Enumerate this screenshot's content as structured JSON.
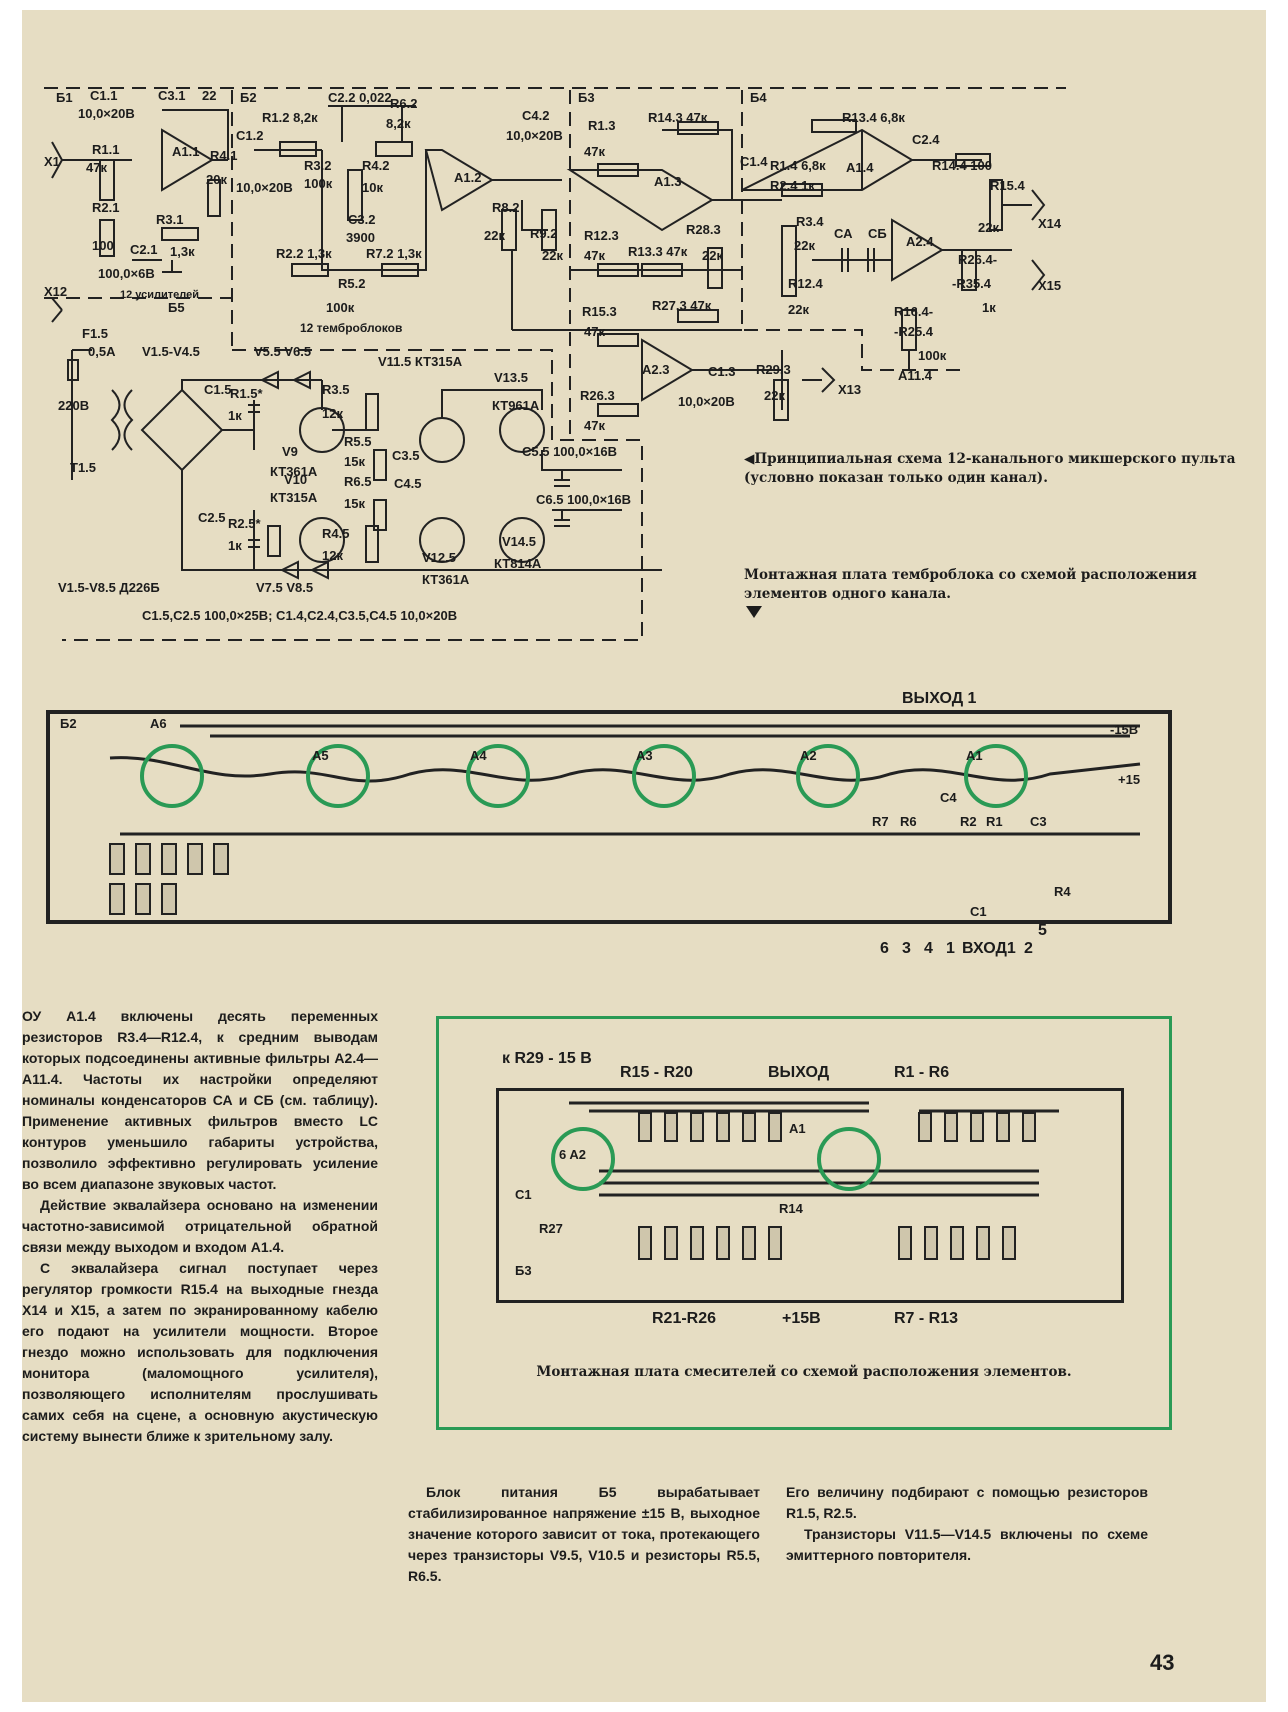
{
  "schematic": {
    "blocks": {
      "b1": "Б1",
      "b2": "Б2",
      "b3": "Б3",
      "b4": "Б4",
      "b5": "Б5"
    },
    "labels": {
      "c1_1": "C1.1",
      "c1_1_val": "10,0×20В",
      "c3_1": "С3.1",
      "c3_1_val": "22",
      "r1_1": "R1.1",
      "r1_1_val": "47к",
      "r2_1": "R2.1",
      "r2_1_val": "100",
      "c2_1": "С2.1",
      "c2_1_val": "100,0×6В",
      "r3_1": "R3.1",
      "r3_1_val": "1,3к",
      "r4_1": "R4.1",
      "r4_1_val": "20к",
      "a1_1": "A1.1",
      "x1": "X1",
      "x12": "X12",
      "amps": "12 усилителей",
      "c1_2": "С1.2",
      "c1_2_val": "10,0×20В",
      "r1_2": "R1.2 8,2к",
      "c2_2": "С2.2 0,022",
      "r6_2": "R6.2",
      "r6_2_val": "8,2к",
      "r3_2": "R3.2",
      "r3_2_val": "100к",
      "r4_2": "R4.2",
      "r4_2_val": "10к",
      "c3_2": "С3.2",
      "c3_2_val": "3900",
      "r2_2": "R2.2 1,3к",
      "r7_2": "R7.2 1,3к",
      "r5_2": "R5.2",
      "r5_2_val": "100к",
      "tone": "12 темброблоков",
      "a1_2": "A1.2",
      "c4_2": "С4.2",
      "c4_2_val": "10,0×20В",
      "r8_2": "R8.2",
      "r8_2_val": "22к",
      "r9_2": "R9.2",
      "r9_2_val": "22к",
      "r1_3": "R1.3",
      "r1_3_val": "47к",
      "r14_3": "R14.3 47к",
      "a1_3": "A1.3",
      "r12_3": "R12.3",
      "r12_3_val": "47к",
      "r13_3": "R13.3 47к",
      "r28_3": "R28.3",
      "r28_3_val": "22к",
      "r15_3": "R15.3",
      "r15_3_val": "47к",
      "r27_3": "R27.3 47к",
      "a2_3": "A2.3",
      "r26_3": "R26.3",
      "r26_3_val": "47к",
      "c1_3": "С1.3",
      "c1_3_val": "10,0×20В",
      "r29_3": "R29.3",
      "r29_3_val": "22к",
      "x13": "X13",
      "c1_4": "С1.4",
      "r1_4": "R1.4 6,8к",
      "r2_4": "R2.4 1к",
      "r13_4": "R13.4 6,8к",
      "c2_4": "С2.4",
      "r14_4": "R14.4 100",
      "a1_4": "A1.4",
      "r3_4": "R3.4",
      "r3_4_val": "22к",
      "ca": "СА",
      "cb": "СБ",
      "a2_4": "A2.4",
      "r12_4": "R12.4",
      "r12_4_val": "22к",
      "r15_4": "R15.4",
      "r15_4_val": "22к",
      "x14": "X14",
      "x15": "X15",
      "r26_4": "R26.4-",
      "r35_4": "-R35.4",
      "r35_4_val": "1к",
      "r16_4": "R16.4-",
      "r25_4": "-R25.4",
      "r25_4_val": "100к",
      "a11_4": "A11.4",
      "f1_5": "F1.5",
      "f1_5_val": "0,5А",
      "v1_v4": "V1.5-V4.5",
      "v220": "220В",
      "t1_5": "T1.5",
      "c1_5": "С1.5",
      "r1_5": "R1.5*",
      "r1_5_val": "1к",
      "v5_v6": "V5.5 V6.5",
      "v9": "V9",
      "v9_type": "КТ361А",
      "v11": "V11.5 КТ315А",
      "v13": "V13.5",
      "v13_type": "КТ961А",
      "r3_5": "R3.5",
      "r3_5_val": "12к",
      "r5_5": "R5.5",
      "r5_5_val": "15к",
      "c3_5": "С3.5",
      "c5_5": "С5.5 100,0×16В",
      "r6_5": "R6.5",
      "r6_5_val": "15к",
      "c4_5": "С4.5",
      "c6_5": "С6.5 100,0×16В",
      "v10": "V10",
      "v10_type": "КТ315А",
      "c2_5": "С2.5",
      "r2_5": "R2.5*",
      "r2_5_val": "1к",
      "r4_5": "R4.5",
      "r4_5_val": "12к",
      "v12": "V12.5",
      "v12_type": "КТ361А",
      "v14": "V14.5",
      "v14_type": "КТ814А",
      "v15_v18": "V1.5-V8.5 Д226Б",
      "v7_v8": "V7.5 V8.5",
      "cap_list": "С1.5,С2.5 100,0×25В;     С1.4,С2.4,С3.5,С4.5 10,0×20В"
    }
  },
  "captions": {
    "schematic": "◀Принципиальная схема 12-канального микшерского пульта (условно показан только один канал).",
    "tone_board": "Монтажная плата темброблока со схемой расположения элементов одного канала.",
    "mixer_board": "Монтажная плата смесителей со схемой расположения элементов."
  },
  "board1": {
    "block": "Б2",
    "chips": [
      "А6",
      "А5",
      "А4",
      "А3",
      "А2",
      "А1"
    ],
    "out": "ВЫХОД 1",
    "labels": [
      "С4",
      "R7",
      "R6",
      "R2",
      "R1",
      "С3",
      "C1",
      "R4",
      "-15В",
      "+15"
    ],
    "pins": [
      "6",
      "3",
      "4",
      "1",
      "ВХОД1",
      "2",
      "5"
    ]
  },
  "board2": {
    "block": "Б3",
    "top_left": "к R29 - 15 В",
    "r15_r20": "R15 - R20",
    "out": "ВЫХОД",
    "r1_r6": "R1 - R6",
    "a1": "A1",
    "a2": "6 A2",
    "c1": "С1",
    "r27": "R27",
    "r14": "R14",
    "r21_r26": "R21-R26",
    "plus15": "+15В",
    "r7_r13": "R7 - R13"
  },
  "text": {
    "left_col": [
      "ОУ A1.4 включены десять переменных резисторов R3.4—R12.4, к средним выводам которых подсоединены активные фильтры A2.4—A11.4. Частоты их настройки определяют номиналы конденсаторов СА и СБ (см. таблицу). Применение активных фильтров вместо LC контуров уменьшило габариты устройства, позволило эффективно регулировать усиление во всем диапазоне звуковых частот.",
      "Действие эквалайзера основано на изменении частотно-зависимой отрицательной обратной связи между выходом и входом A1.4.",
      "С эквалайзера сигнал поступает через регулятор громкости R15.4 на выходные гнезда X14 и X15, а затем по экранированному кабелю его подают на усилители мощности. Второе гнездо можно использовать для подключения монитора (маломощного усилителя), позволяющего исполнителям прослушивать самих себя на сцене, а основную акустическую систему вынести ближе к зрительному залу."
    ],
    "mid_col": [
      "Блок питания Б5 вырабатывает стабилизированное напряжение ±15 В, выходное значение которого зависит от тока, протекающего через транзисторы V9.5, V10.5 и резисторы R5.5, R6.5."
    ],
    "right_col": [
      "Его величину подбирают с помощью резисторов R1.5, R2.5.",
      "Транзисторы V11.5—V14.5 включены по схеме эмиттерного повторителя."
    ]
  },
  "page_number": "43"
}
